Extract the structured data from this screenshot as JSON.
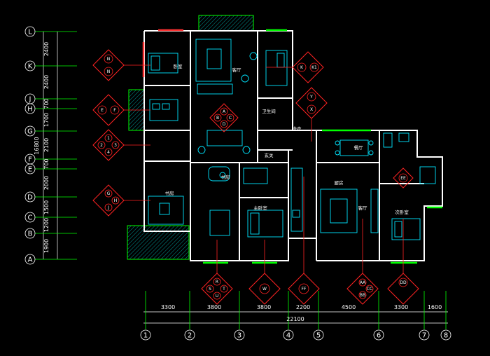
{
  "grid_rows": [
    {
      "label": "L"
    },
    {
      "label": "K"
    },
    {
      "label": "J"
    },
    {
      "label": "H"
    },
    {
      "label": "G"
    },
    {
      "label": "F"
    },
    {
      "label": "E"
    },
    {
      "label": "D"
    },
    {
      "label": "C"
    },
    {
      "label": "B"
    },
    {
      "label": "A"
    }
  ],
  "row_dims": [
    "2400",
    "2400",
    "700",
    "1700",
    "2100",
    "700",
    "2000",
    "1500",
    "1200",
    "1900"
  ],
  "total_row_dim": "16800",
  "grid_cols": [
    {
      "label": "1"
    },
    {
      "label": "2"
    },
    {
      "label": "3"
    },
    {
      "label": "4"
    },
    {
      "label": "5"
    },
    {
      "label": "6"
    },
    {
      "label": "7"
    },
    {
      "label": "8"
    }
  ],
  "col_dims": [
    "3300",
    "3800",
    "3800",
    "2200",
    "4500",
    "3300",
    "1600"
  ],
  "total_col_dim": "22100",
  "rooms": [
    {
      "label": "卧室"
    },
    {
      "label": "客厅"
    },
    {
      "label": "书房"
    },
    {
      "label": "卫生间"
    },
    {
      "label": "玄关"
    },
    {
      "label": "书房"
    },
    {
      "label": "厨房"
    },
    {
      "label": "主卧室"
    },
    {
      "label": "餐厅"
    },
    {
      "label": "客厅"
    },
    {
      "label": "次卧室"
    },
    {
      "label": "洗衣"
    }
  ],
  "markers": [
    {
      "labels": [
        "N",
        "N"
      ]
    },
    {
      "labels": [
        "E",
        "F"
      ]
    },
    {
      "labels": [
        "1",
        "2",
        "3",
        "4"
      ]
    },
    {
      "labels": [
        "G",
        "H",
        "J"
      ]
    },
    {
      "labels": [
        "K",
        "K1"
      ]
    },
    {
      "labels": [
        "Y",
        "X"
      ]
    },
    {
      "labels": [
        "A",
        "B",
        "C",
        "D"
      ]
    },
    {
      "labels": [
        "EE"
      ]
    },
    {
      "labels": [
        "R",
        "S",
        "T",
        "U"
      ]
    },
    {
      "labels": [
        "W"
      ]
    },
    {
      "labels": [
        "FF"
      ]
    },
    {
      "labels": [
        "AA",
        "BB",
        "CC"
      ]
    },
    {
      "labels": [
        "DD"
      ]
    }
  ],
  "colors": {
    "background": "#000000",
    "wall": "#ffffff",
    "furniture": "#00e5ff",
    "window": "#00ff00",
    "marker": "#ff2020",
    "grid_line": "#00ff00"
  }
}
